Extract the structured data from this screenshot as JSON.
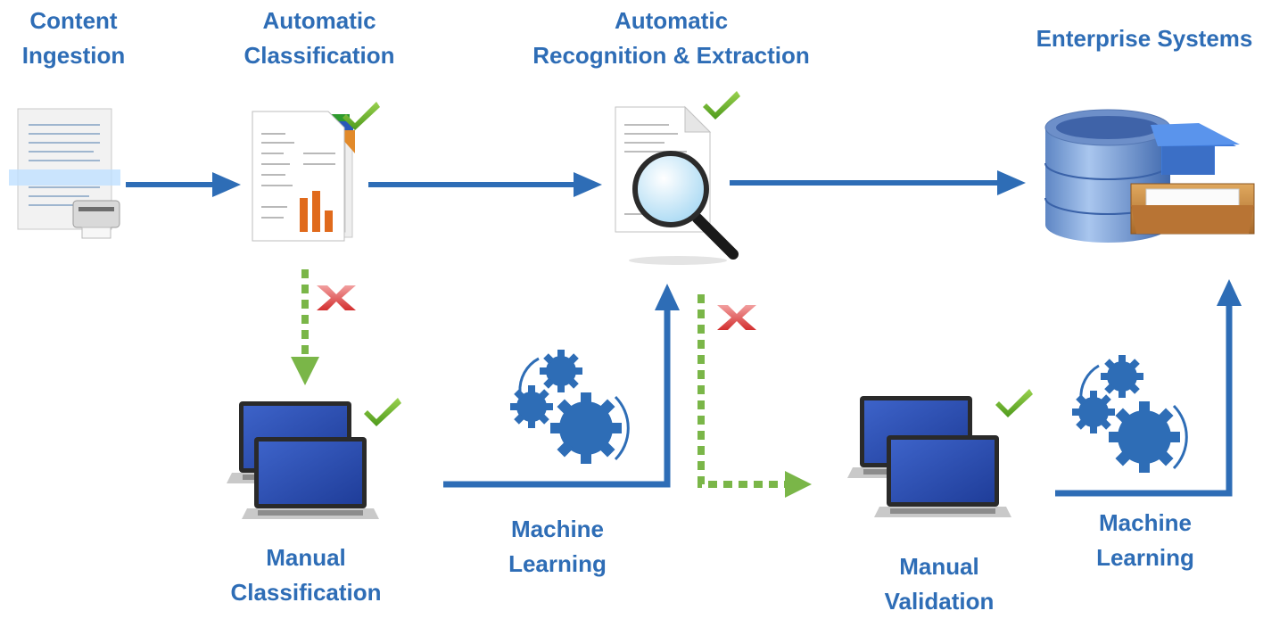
{
  "stages": {
    "content_ingestion": {
      "line1": "Content",
      "line2": "Ingestion"
    },
    "automatic_classification": {
      "line1": "Automatic",
      "line2": "Classification"
    },
    "automatic_recognition": {
      "line1": "Automatic",
      "line2": "Recognition & Extraction"
    },
    "enterprise_systems": {
      "line1": "Enterprise Systems"
    },
    "manual_classification": {
      "line1": "Manual",
      "line2": "Classification"
    },
    "machine_learning_1": {
      "line1": "Machine",
      "line2": "Learning"
    },
    "manual_validation": {
      "line1": "Manual",
      "line2": "Validation"
    },
    "machine_learning_2": {
      "line1": "Machine",
      "line2": "Learning"
    }
  },
  "icons": [
    "scanner-icon",
    "documents-icon",
    "magnifier-document-icon",
    "database-inbox-icon",
    "laptops-icon",
    "gears-icon",
    "checkmark-icon",
    "cross-icon"
  ],
  "colors": {
    "flow_arrow": "#2e6db6",
    "fallback_arrow": "#7ab648",
    "label": "#2e6db6",
    "check": "#6cb32c",
    "cross": "#d83a3a"
  }
}
